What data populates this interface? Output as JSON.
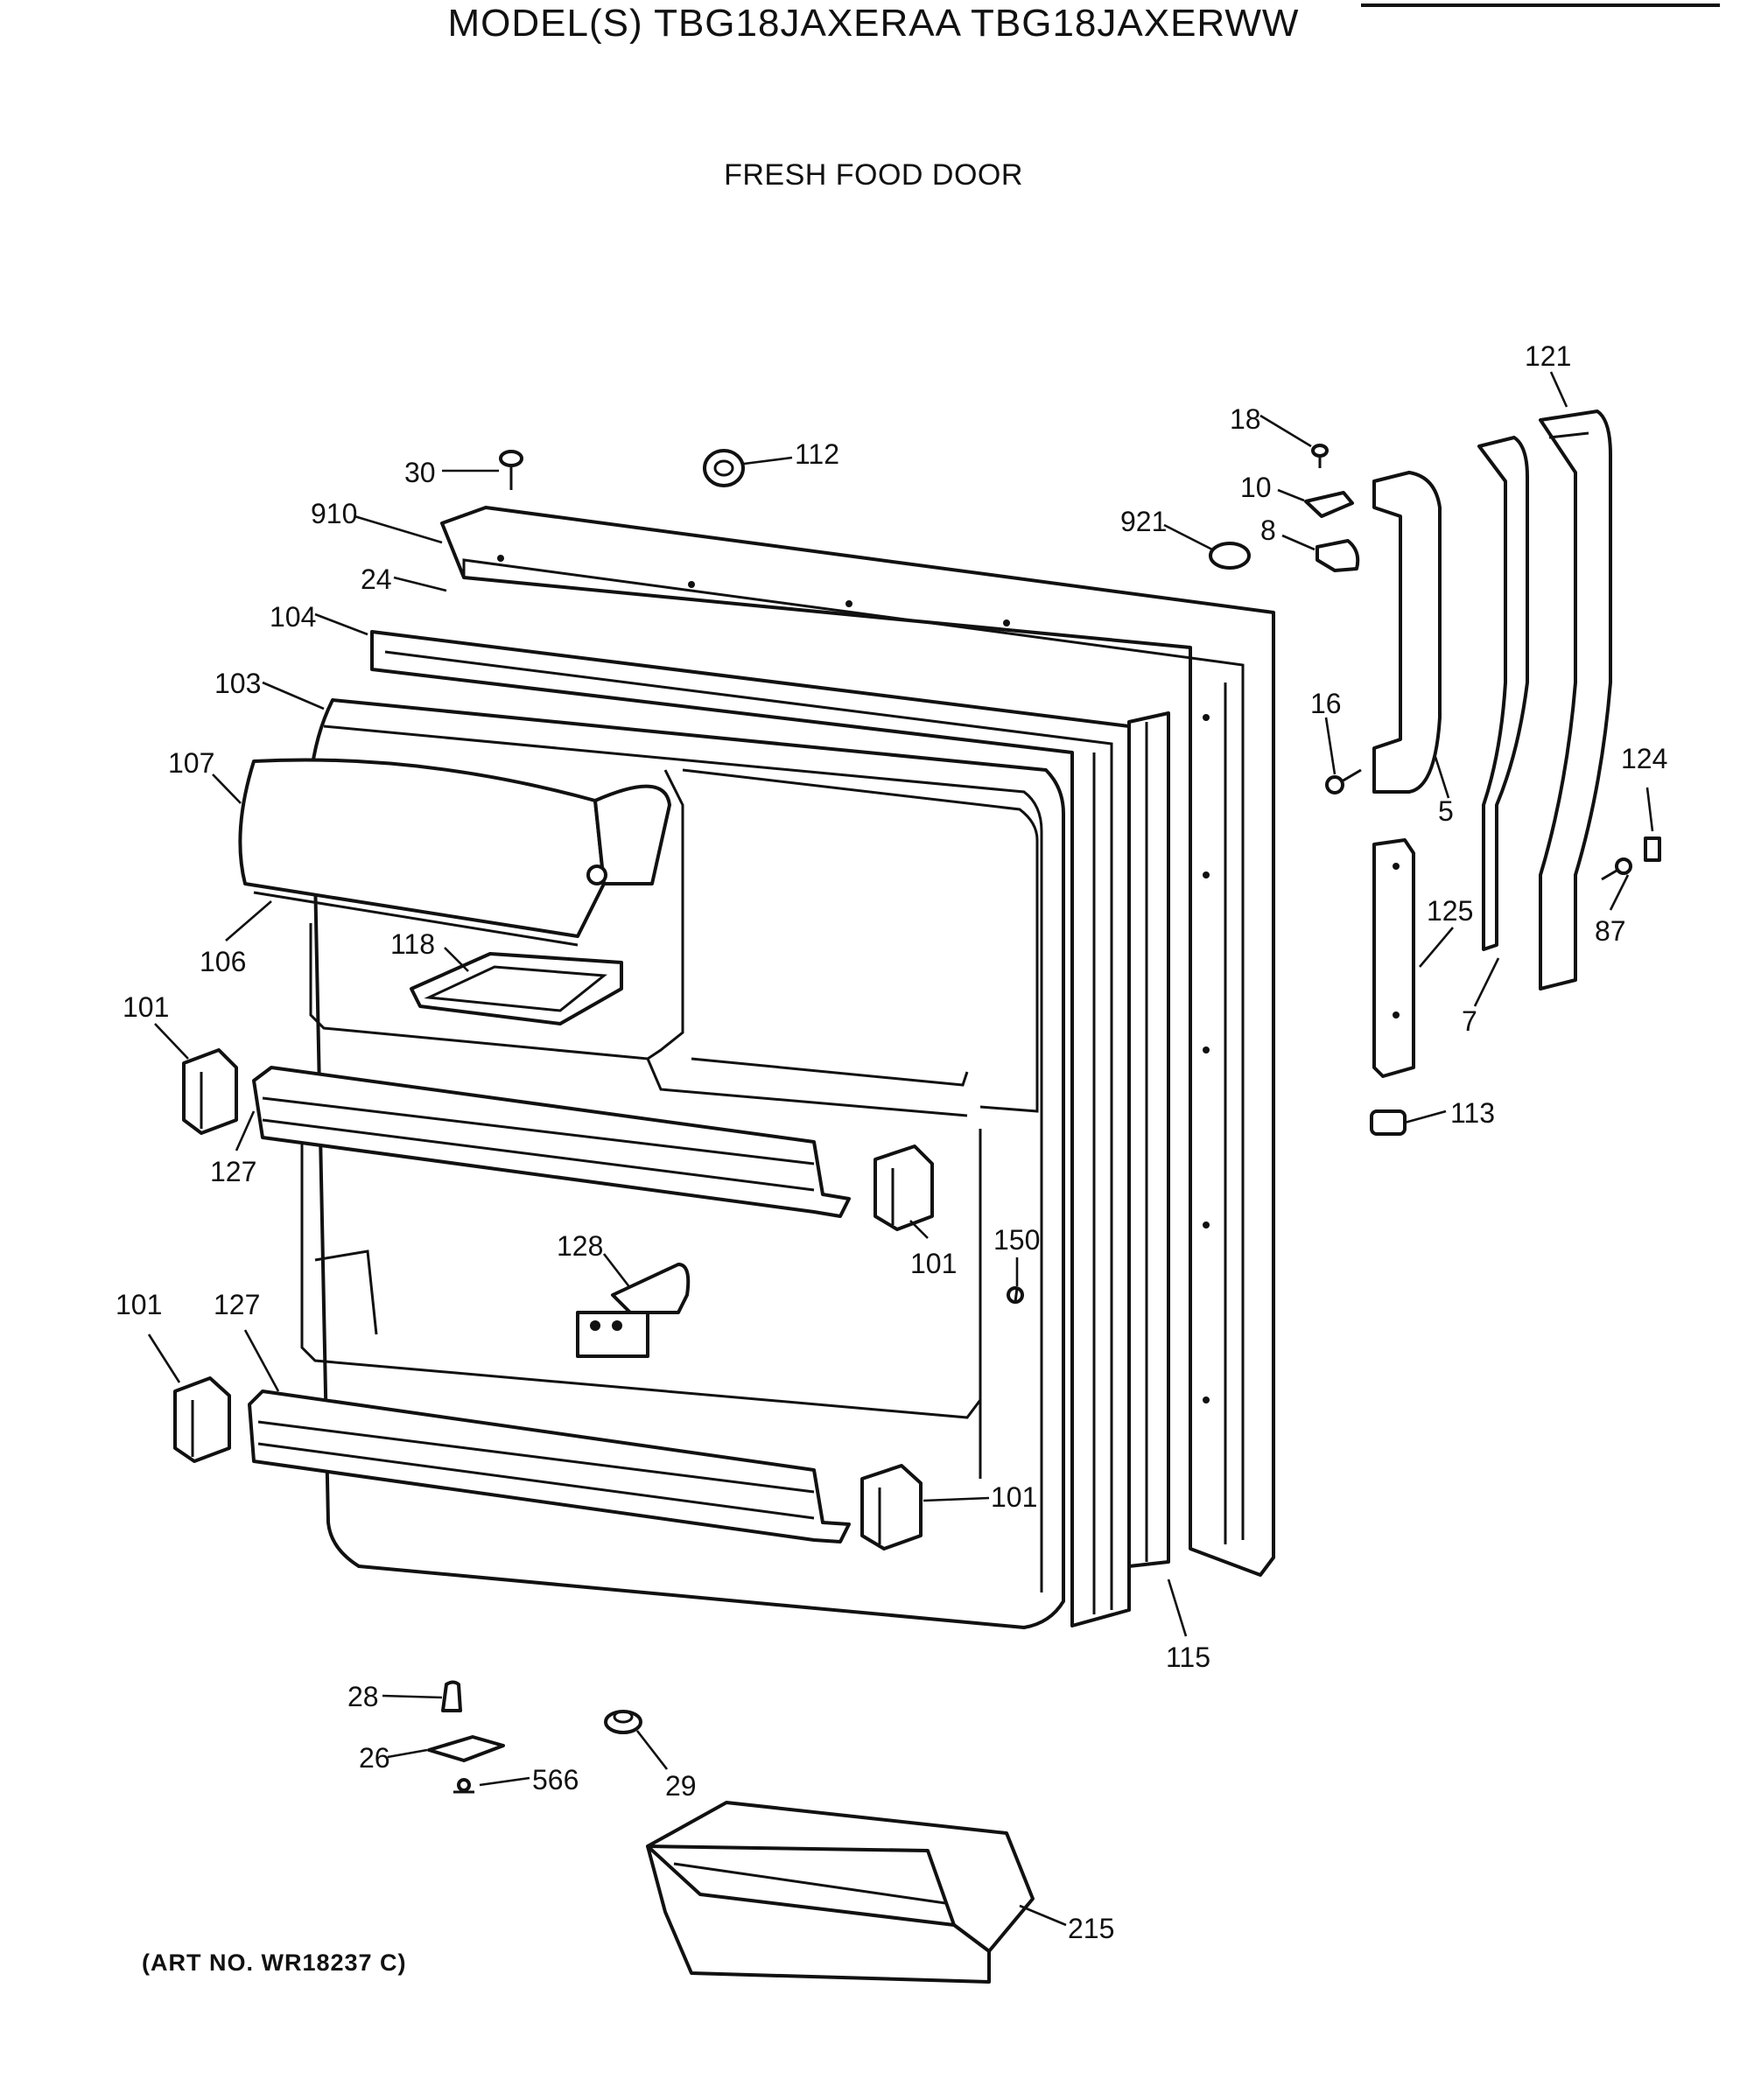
{
  "header": {
    "model_title": "MODEL(S) TBG18JAXERAA TBG18JAXERWW",
    "section_title": "FRESH FOOD DOOR"
  },
  "footer": {
    "art_number": "(ART NO. WR18237 C)"
  },
  "callouts": [
    {
      "id": "c121",
      "label": "121"
    },
    {
      "id": "c18",
      "label": "18"
    },
    {
      "id": "c30",
      "label": "30"
    },
    {
      "id": "c112",
      "label": "112"
    },
    {
      "id": "c10",
      "label": "10"
    },
    {
      "id": "c910",
      "label": "910"
    },
    {
      "id": "c921",
      "label": "921"
    },
    {
      "id": "c8",
      "label": "8"
    },
    {
      "id": "c24",
      "label": "24"
    },
    {
      "id": "c104",
      "label": "104"
    },
    {
      "id": "c103",
      "label": "103"
    },
    {
      "id": "c16",
      "label": "16"
    },
    {
      "id": "c107",
      "label": "107"
    },
    {
      "id": "c124",
      "label": "124"
    },
    {
      "id": "c5",
      "label": "5"
    },
    {
      "id": "c125",
      "label": "125"
    },
    {
      "id": "c87",
      "label": "87"
    },
    {
      "id": "c118",
      "label": "118"
    },
    {
      "id": "c106",
      "label": "106"
    },
    {
      "id": "c7",
      "label": "7"
    },
    {
      "id": "c101a",
      "label": "101"
    },
    {
      "id": "c113",
      "label": "113"
    },
    {
      "id": "c127a",
      "label": "127"
    },
    {
      "id": "c150",
      "label": "150"
    },
    {
      "id": "c128",
      "label": "128"
    },
    {
      "id": "c101b",
      "label": "101"
    },
    {
      "id": "c101c",
      "label": "101"
    },
    {
      "id": "c127b",
      "label": "127"
    },
    {
      "id": "c101d",
      "label": "101"
    },
    {
      "id": "c115",
      "label": "115"
    },
    {
      "id": "c28",
      "label": "28"
    },
    {
      "id": "c26",
      "label": "26"
    },
    {
      "id": "c566",
      "label": "566"
    },
    {
      "id": "c29",
      "label": "29"
    },
    {
      "id": "c215",
      "label": "215"
    }
  ]
}
